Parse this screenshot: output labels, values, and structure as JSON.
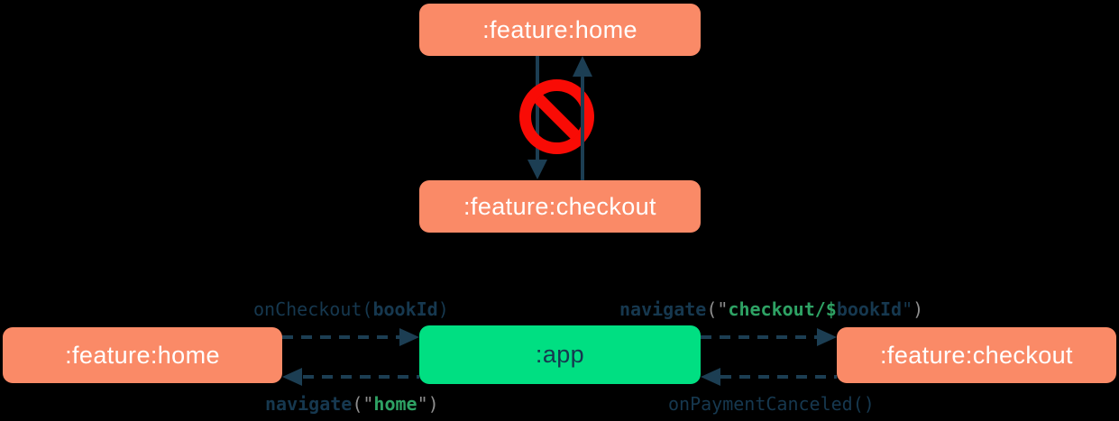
{
  "colors": {
    "background": "#000000",
    "salmon": "#FA8A67",
    "green": "#00DF82",
    "navy": "#1C3E53",
    "code_navy": "#16384F",
    "code_green": "#2EA264",
    "code_gray": "#8E8E8E",
    "red": "#F90B05",
    "node_text_light": "#FFFFFF"
  },
  "top_diagram": {
    "home_node": ":feature:home",
    "checkout_node": ":feature:checkout",
    "forbidden_icon": "no-entry",
    "edges": [
      {
        "from": ":feature:home",
        "to": ":feature:checkout",
        "style": "solid",
        "forbidden": true
      },
      {
        "from": ":feature:checkout",
        "to": ":feature:home",
        "style": "solid",
        "forbidden": true
      }
    ]
  },
  "bottom_diagram": {
    "home_node": ":feature:home",
    "app_node": ":app",
    "checkout_node": ":feature:checkout",
    "edges": [
      {
        "from": ":feature:home",
        "to": ":app",
        "label": "onCheckout(bookId)",
        "style": "dashed"
      },
      {
        "from": ":app",
        "to": ":feature:home",
        "label": "navigate(\"home\")",
        "style": "dashed"
      },
      {
        "from": ":app",
        "to": ":feature:checkout",
        "label": "navigate(\"checkout/$bookId\")",
        "style": "dashed"
      },
      {
        "from": ":feature:checkout",
        "to": ":app",
        "label": "onPaymentCanceled()",
        "style": "dashed"
      }
    ],
    "labels": {
      "on_checkout": [
        {
          "t": "onCheckout(",
          "c": "code_navy",
          "b": false
        },
        {
          "t": "bookId",
          "c": "code_navy",
          "b": true
        },
        {
          "t": ")",
          "c": "code_navy",
          "b": false
        }
      ],
      "navigate_checkout": [
        {
          "t": "navigate",
          "c": "code_navy",
          "b": true
        },
        {
          "t": "(",
          "c": "code_gray",
          "b": false
        },
        {
          "t": "\"",
          "c": "code_gray",
          "b": false
        },
        {
          "t": "checkout/",
          "c": "code_green",
          "b": true
        },
        {
          "t": "$",
          "c": "code_green",
          "b": true
        },
        {
          "t": "bookId",
          "c": "code_navy",
          "b": true
        },
        {
          "t": "\"",
          "c": "code_navy",
          "b": false
        },
        {
          "t": ")",
          "c": "code_gray",
          "b": false
        }
      ],
      "navigate_home": [
        {
          "t": "navigate",
          "c": "code_navy",
          "b": true
        },
        {
          "t": "(",
          "c": "code_gray",
          "b": false
        },
        {
          "t": "\"",
          "c": "code_gray",
          "b": false
        },
        {
          "t": "home",
          "c": "code_green",
          "b": true
        },
        {
          "t": "\"",
          "c": "code_gray",
          "b": false
        },
        {
          "t": ")",
          "c": "code_gray",
          "b": false
        }
      ],
      "on_payment_canceled": [
        {
          "t": "onPaymentCanceled()",
          "c": "code_navy",
          "b": false
        }
      ]
    }
  }
}
